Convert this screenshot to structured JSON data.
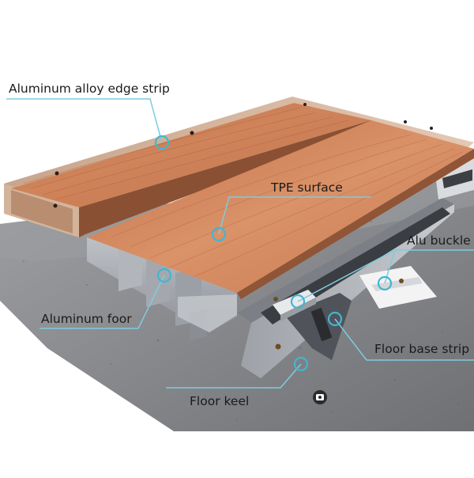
{
  "labels": {
    "edge_strip": "Aluminum alloy edge strip",
    "tpe_surface": "TPE surface",
    "alu_buckle": "Alu buckle",
    "aluminum_floor": "Aluminum foor",
    "floor_base_strip": "Floor base strip",
    "floor_keel": "Floor keel"
  },
  "colors": {
    "callout_line": "#7ecbe0",
    "callout_dot": "#3fb6d3",
    "label_text": "#1a1a1a",
    "concrete": "#8d8f92",
    "wood": "#c4734a",
    "aluminum": "#a9adb3"
  },
  "icons": {
    "watermark": "camera-icon"
  }
}
